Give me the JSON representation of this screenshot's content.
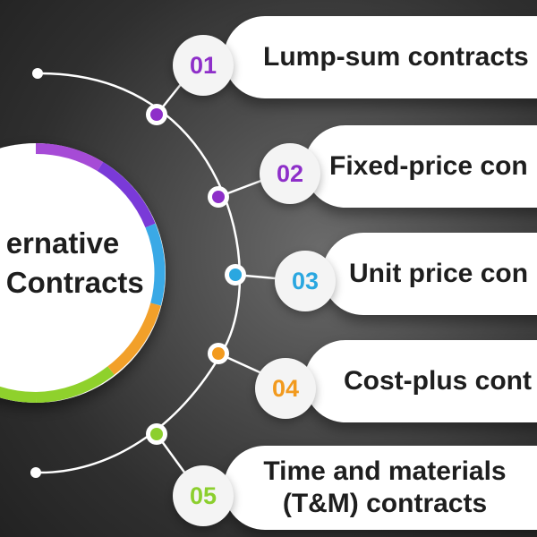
{
  "center": {
    "line1": "ernative",
    "line2": "e Contracts"
  },
  "items": [
    {
      "number": "01",
      "label": "Lump-sum contracts",
      "color": "#8e2fc9"
    },
    {
      "number": "02",
      "label": "Fixed-price con",
      "color": "#8e2fc9"
    },
    {
      "number": "03",
      "label": "Unit price con",
      "color": "#2aa7e0"
    },
    {
      "number": "04",
      "label": "Cost-plus cont",
      "color": "#f29a1e"
    },
    {
      "number": "05",
      "label_line1": "Time and materials",
      "label_line2": "(T&M) contracts",
      "color": "#8ccf2e"
    }
  ],
  "ring_colors": [
    "#a64bd6",
    "#7a3ad8",
    "#3aa9e6",
    "#f2a02a",
    "#8fd12c"
  ]
}
